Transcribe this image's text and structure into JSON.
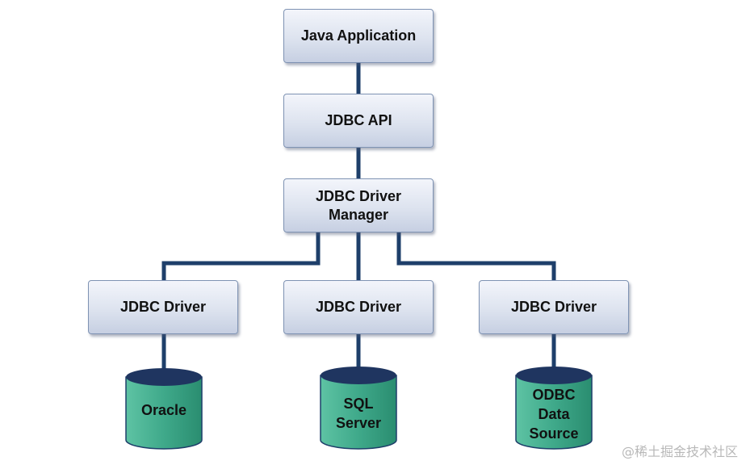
{
  "nodes": {
    "java_app": "Java Application",
    "jdbc_api": "JDBC API",
    "driver_manager": [
      "JDBC Driver",
      "Manager"
    ],
    "drivers": [
      "JDBC Driver",
      "JDBC Driver",
      "JDBC Driver"
    ]
  },
  "databases": {
    "oracle": [
      "Oracle"
    ],
    "sql_server": [
      "SQL",
      "Server"
    ],
    "odbc": [
      "ODBC",
      "Data",
      "Source"
    ]
  },
  "watermark": "@稀土掘金技术社区",
  "colors": {
    "connector": "#1e3f6a",
    "box_border": "#7f93b3",
    "box_fill_top": "#f3f5fb",
    "box_fill_bottom": "#c6cfe2",
    "cylinder_body": "#3fa98a",
    "cylinder_top": "#1f3560"
  }
}
